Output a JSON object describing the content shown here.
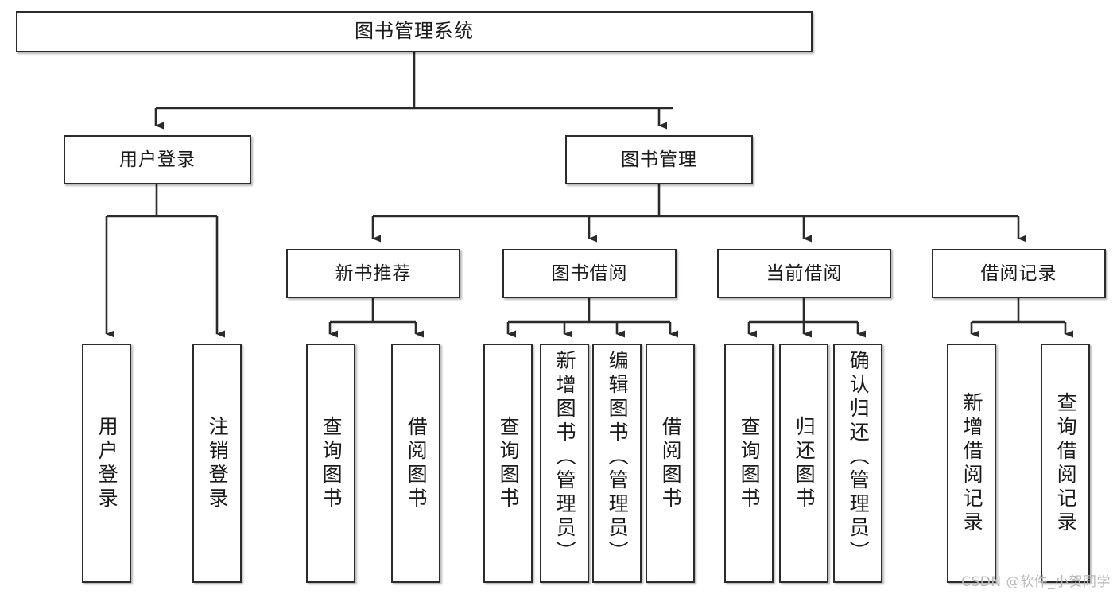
{
  "diagram": {
    "type": "tree-hierarchy-chart",
    "title": "图书管理系统",
    "colors": {
      "box_border": "#2b2b2b",
      "box_fill": "#ffffff",
      "connector": "#2b2b2b",
      "text": "#1a1a1a",
      "watermark": "#b8b8b8",
      "background": "#ffffff"
    },
    "root": {
      "id": "root",
      "label": "图书管理系统",
      "orientation": "horizontal"
    },
    "level2": [
      {
        "id": "user-login",
        "label": "用户登录",
        "orientation": "horizontal"
      },
      {
        "id": "book-management",
        "label": "图书管理",
        "orientation": "horizontal"
      }
    ],
    "level3": [
      {
        "id": "new-book-recommend",
        "label": "新书推荐",
        "orientation": "horizontal",
        "parent": "book-management"
      },
      {
        "id": "book-borrow",
        "label": "图书借阅",
        "orientation": "horizontal",
        "parent": "book-management"
      },
      {
        "id": "current-borrow",
        "label": "当前借阅",
        "orientation": "horizontal",
        "parent": "book-management"
      },
      {
        "id": "borrow-record",
        "label": "借阅记录",
        "orientation": "horizontal",
        "parent": "book-management"
      }
    ],
    "leaves": [
      {
        "id": "leaf-user-login",
        "label": "用户登录",
        "orientation": "vertical",
        "parent": "user-login"
      },
      {
        "id": "leaf-logout",
        "label": "注销登录",
        "orientation": "vertical",
        "parent": "user-login"
      },
      {
        "id": "leaf-query-book-1",
        "label": "查询图书",
        "orientation": "vertical",
        "parent": "new-book-recommend"
      },
      {
        "id": "leaf-borrow-book-1",
        "label": "借阅图书",
        "orientation": "vertical",
        "parent": "new-book-recommend"
      },
      {
        "id": "leaf-query-book-2",
        "label": "查询图书",
        "orientation": "vertical",
        "parent": "book-borrow"
      },
      {
        "id": "leaf-add-book",
        "label": "新增图书（管理员）",
        "orientation": "vertical",
        "parent": "book-borrow"
      },
      {
        "id": "leaf-edit-book",
        "label": "编辑图书（管理员）",
        "orientation": "vertical",
        "parent": "book-borrow"
      },
      {
        "id": "leaf-borrow-book-2",
        "label": "借阅图书",
        "orientation": "vertical",
        "parent": "book-borrow"
      },
      {
        "id": "leaf-query-book-3",
        "label": "查询图书",
        "orientation": "vertical",
        "parent": "current-borrow"
      },
      {
        "id": "leaf-return-book",
        "label": "归还图书",
        "orientation": "vertical",
        "parent": "current-borrow"
      },
      {
        "id": "leaf-confirm-return",
        "label": "确认归还（管理员）",
        "orientation": "vertical",
        "parent": "current-borrow"
      },
      {
        "id": "leaf-add-record",
        "label": "新增借阅记录",
        "orientation": "vertical",
        "parent": "borrow-record"
      },
      {
        "id": "leaf-query-record",
        "label": "查询借阅记录",
        "orientation": "vertical",
        "parent": "borrow-record"
      }
    ]
  },
  "watermark": {
    "text": "CSDN @软件_小贺同学"
  }
}
